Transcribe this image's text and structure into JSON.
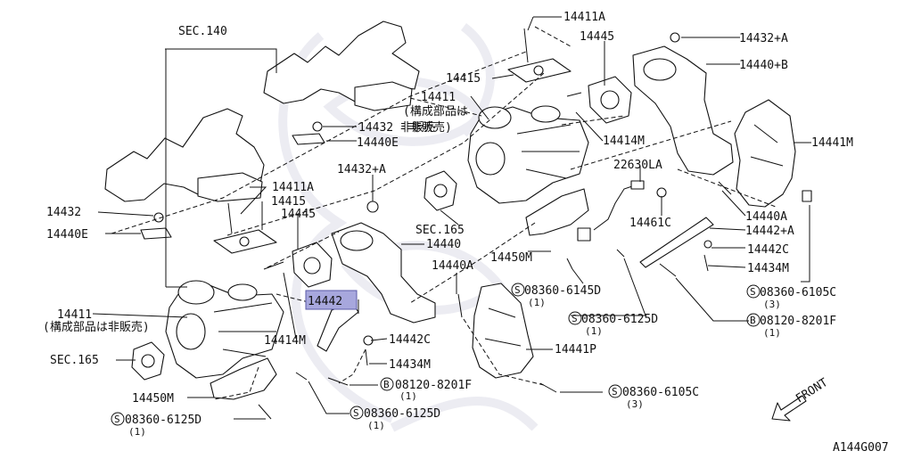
{
  "diagram_id": "A144G007",
  "highlighted_part": "14442",
  "front_label": "FRONT",
  "labels": {
    "sec140": "SEC.140",
    "p14411a_top": "14411A",
    "p14445_top": "14445",
    "p14432a_top": "14432+A",
    "p14440b": "14440+B",
    "p14415_top": "14415",
    "p14411_top": "14411",
    "note_top": "(構成部品は",
    "note_top2": "非販売)",
    "p14432_ns": "14432 非販売",
    "p14440e_mid": "14440E",
    "p14414m_top": "14414M",
    "p14441m": "14441M",
    "p22630la": "22630LA",
    "p14432a_mid": "14432+A",
    "p14411a_mid": "14411A",
    "p14415_mid": "14415",
    "p14445_mid": "14445",
    "p14432_left": "14432",
    "p14440e_left": "14440E",
    "sec165_mid": "SEC.165",
    "p14440": "14440",
    "p14461c": "14461C",
    "p14440a_right": "14440A",
    "p14442a": "14442+A",
    "p14450m_right": "14450M",
    "p14440a_mid": "14440A",
    "p14442c_right": "14442C",
    "p14434m_right": "14434M",
    "p14442": "14442",
    "s08360_6145d": "08360-6145D",
    "q1a": "(1)",
    "s08360_6105c_r": "08360-6105C",
    "q3a": "(3)",
    "p14411_bottom": "14411",
    "note_bottom": "(構成部品は非販売)",
    "s08360_6125d_mid": "08360-6125D",
    "q1b": "(1)",
    "b08120_8201f_r": "08120-8201F",
    "q1c": "(1)",
    "p14414m_bottom": "14414M",
    "p14442c_mid": "14442C",
    "p14441p": "14441P",
    "sec165_left": "SEC.165",
    "p14434m_mid": "14434M",
    "b08120_8201f_mid": "08120-8201F",
    "q1d": "(1)",
    "p14450m_left": "14450M",
    "s08360_6105c_b": "08360-6105C",
    "q3b": "(3)",
    "s08360_6125d_left": "08360-6125D",
    "q1e": "(1)",
    "s08360_6125d_bot": "08360-6125D",
    "q1f": "(1)",
    "sym_s": "S",
    "sym_b": "B"
  }
}
